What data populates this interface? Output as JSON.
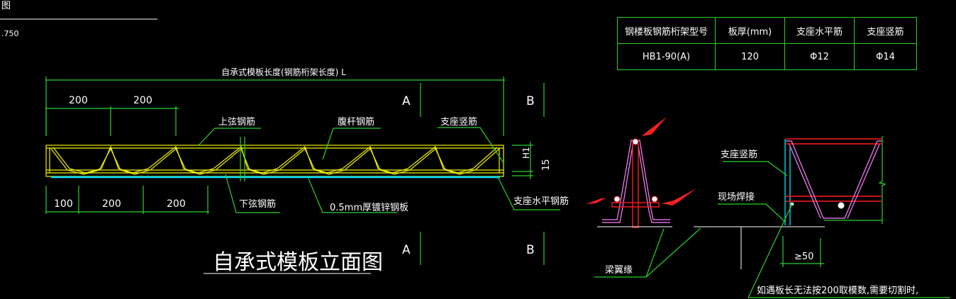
{
  "header": {
    "title_fragment": "图",
    "elevation_fragment": ".750"
  },
  "spec_table": {
    "headers": [
      "钢楼板钢筋桁架型号",
      "板厚(mm)",
      "支座水平筋",
      "支座竖筋"
    ],
    "rows": [
      [
        "HB1-90(A)",
        "120",
        "Φ12",
        "Φ14"
      ]
    ]
  },
  "elevation": {
    "title": "自承式模板立面图",
    "length_label": "自承式模板长度(钢筋桁架长度) L",
    "top_dims": [
      "200",
      "200"
    ],
    "bottom_dims": [
      "100",
      "200",
      "200"
    ],
    "height_labels": [
      "H1",
      "15"
    ],
    "section_marks": [
      "A",
      "B",
      "A",
      "B"
    ],
    "labels": {
      "top_chord": "上弦钢筋",
      "web": "腹杆钢筋",
      "support_vertical": "支座竖筋",
      "bottom_chord": "下弦钢筋",
      "deck": "0.5mm厚镀锌钢板",
      "support_horizontal": "支座水平钢筋"
    }
  },
  "details": {
    "beam_flange": "梁翼缘",
    "support_vertical": "支座竖筋",
    "site_weld": "现场焊接",
    "min_bearing": "≥50",
    "note": "如遇板长无法按200取模数,需要切割时,"
  },
  "colors": {
    "dim": "#2bd12b",
    "truss": "#f2f200",
    "deck": "#00e5ff",
    "rebar": "#ff80ff",
    "steel": "#ff1a1a",
    "arrow": "#ff2020",
    "text": "#ffffff"
  }
}
